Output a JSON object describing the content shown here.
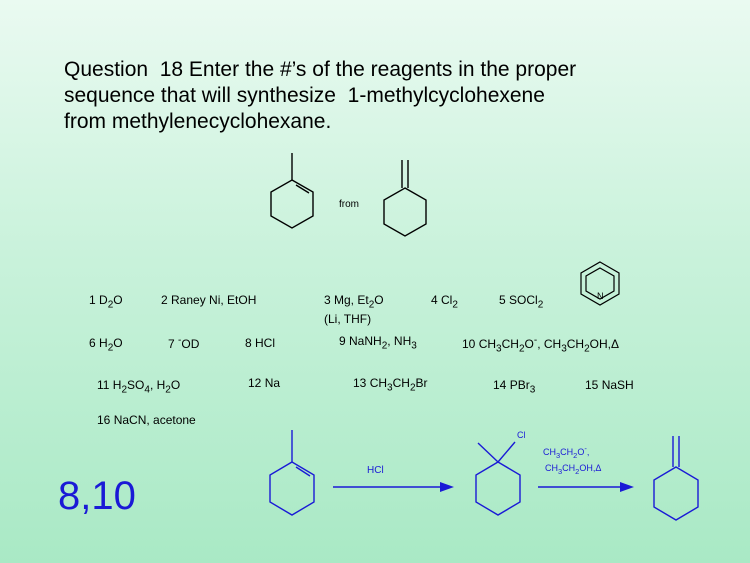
{
  "question": {
    "line1": "Question  18 Enter the #’s of the reagents in the proper",
    "line2": "sequence that will synthesize  1-methylcyclohexene",
    "line3": "from methylenecyclohexane."
  },
  "top_scheme": {
    "from_label": "from"
  },
  "reagents": [
    {
      "num": "1",
      "html": "D<sub>2</sub>O"
    },
    {
      "num": "2",
      "html": "Raney Ni, EtOH"
    },
    {
      "num": "3",
      "html": "Mg, Et<sub>2</sub>O<br>(Li, THF)"
    },
    {
      "num": "4",
      "html": "Cl<sub>2</sub>"
    },
    {
      "num": "5",
      "html": "SOCl<sub>2</sub>"
    },
    {
      "num": "6",
      "html": "H<sub>2</sub>O"
    },
    {
      "num": "7",
      "html": "<sup>-</sup>OD"
    },
    {
      "num": "8",
      "html": "HCl"
    },
    {
      "num": "9",
      "html": "NaNH<sub>2</sub>, NH<sub>3</sub>"
    },
    {
      "num": "10",
      "html": "CH<sub>3</sub>CH<sub>2</sub>O<sup>-</sup>, CH<sub>3</sub>CH<sub>2</sub>OH,Δ"
    },
    {
      "num": "11",
      "html": "H<sub>2</sub>SO<sub>4</sub>, H<sub>2</sub>O"
    },
    {
      "num": "12",
      "html": "Na"
    },
    {
      "num": "13",
      "html": "CH<sub>3</sub>CH<sub>2</sub>Br"
    },
    {
      "num": "14",
      "html": "PBr<sub>3</sub>"
    },
    {
      "num": "15",
      "html": "NaSH"
    },
    {
      "num": "16",
      "html": "NaCN, acetone"
    }
  ],
  "pyridine_label": "N",
  "answer": "8,10",
  "bottom_scheme": {
    "step1_label": "HCl",
    "cl_label": "Cl",
    "step2_line1": "CH<sub>3</sub>CH<sub>2</sub>O<sup>-</sup>,",
    "step2_line2": "CH<sub>3</sub>CH<sub>2</sub>OH,Δ"
  },
  "colors": {
    "answer": "#1a1ad6",
    "scheme": "#1a1ad6",
    "structure": "#000000"
  }
}
